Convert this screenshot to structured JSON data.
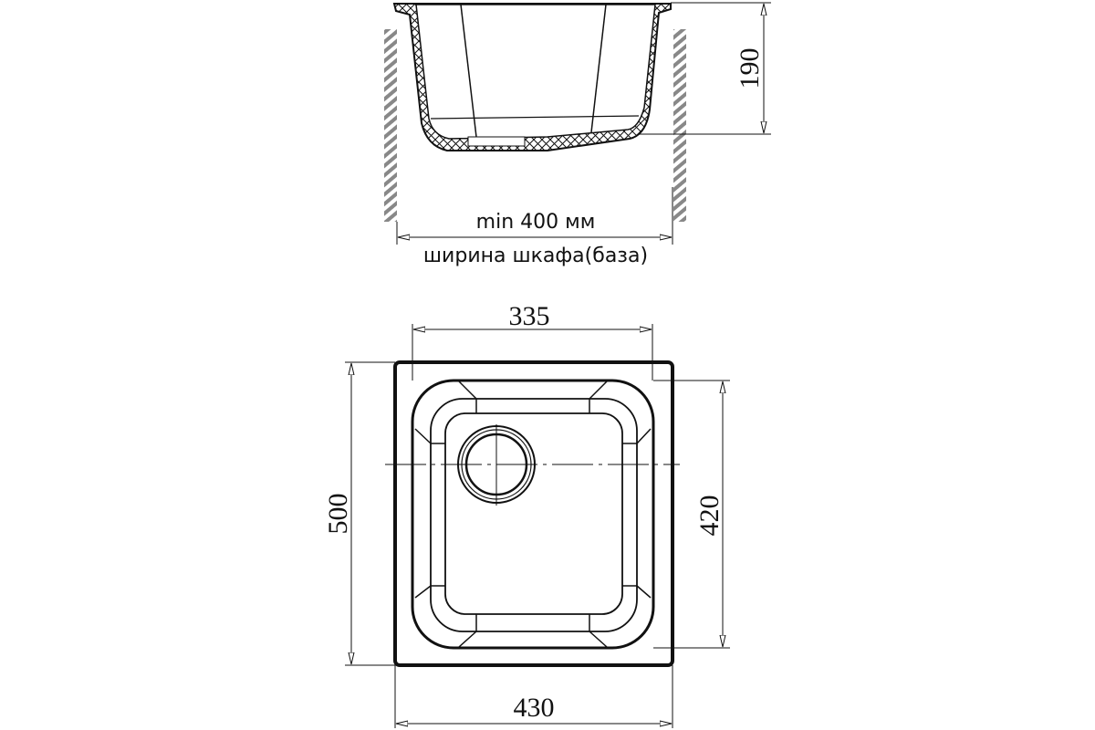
{
  "side_view": {
    "depth_dim": "190",
    "min_width_label": "min 400 мм",
    "cabinet_label": "ширина шкафа(база)"
  },
  "plan_view": {
    "bowl_width_dim": "335",
    "overall_length_dim": "500",
    "bowl_length_dim": "420",
    "overall_width_dim": "430"
  },
  "colors": {
    "line": "#111111",
    "hatch": "#888888"
  }
}
